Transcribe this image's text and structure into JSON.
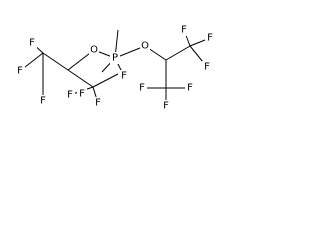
{
  "molecule": {
    "atoms": [
      {
        "id": "F1",
        "label": "F"
      },
      {
        "id": "F2",
        "label": "F"
      },
      {
        "id": "F3",
        "label": "F"
      },
      {
        "id": "O1",
        "label": "O"
      },
      {
        "id": "P",
        "label": "P"
      },
      {
        "id": "O2",
        "label": "O"
      },
      {
        "id": "F4",
        "label": "F"
      },
      {
        "id": "F5",
        "label": "F"
      },
      {
        "id": "F6",
        "label": "F"
      },
      {
        "id": "Fp",
        "label": "F"
      },
      {
        "id": "F7",
        "label": "F"
      },
      {
        "id": "F8",
        "label": "F"
      },
      {
        "id": "F9",
        "label": "F"
      },
      {
        "id": "F10",
        "label": "F"
      },
      {
        "id": "F11",
        "label": "F"
      },
      {
        "id": "F12",
        "label": "F"
      }
    ]
  },
  "colors": {
    "bond": "#000000",
    "label": "#000000",
    "background": "#ffffff"
  }
}
